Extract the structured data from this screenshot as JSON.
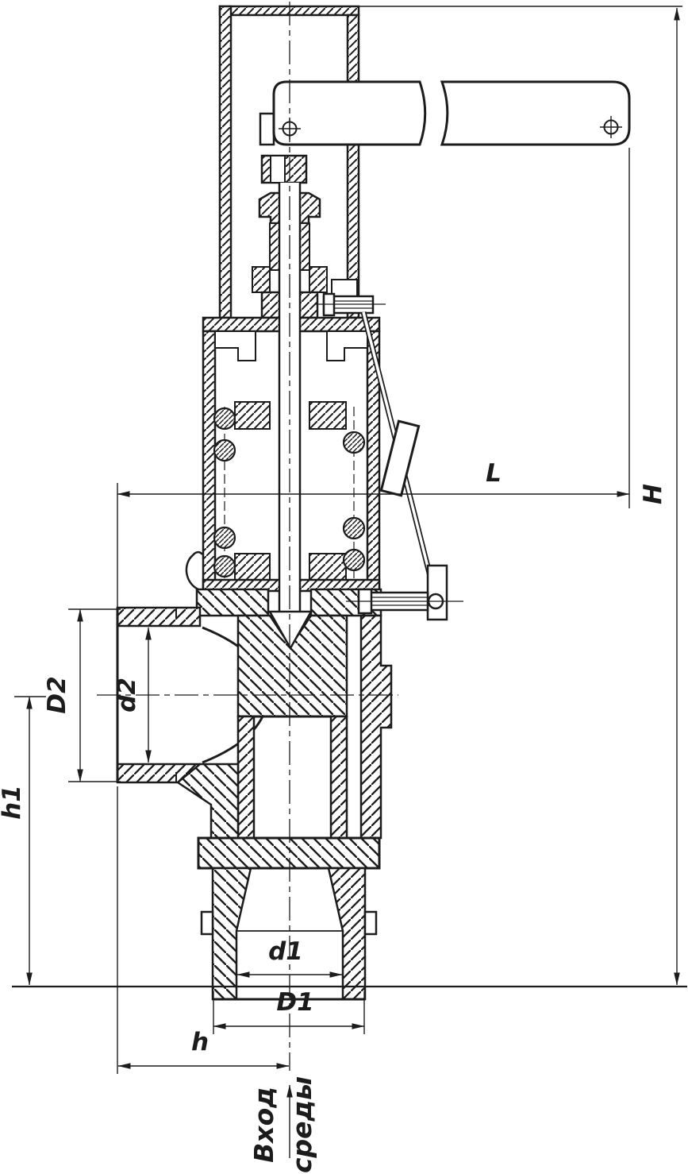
{
  "drawing": {
    "kind": "valve-cross-section-technical-drawing"
  },
  "dims": {
    "L": "L",
    "H": "H",
    "D2": "D2",
    "d2": "d2",
    "h1": "h1",
    "d1": "d1",
    "D1": "D1",
    "h": "h"
  },
  "inlet_note": {
    "line1": "Вход",
    "line2": "среды"
  },
  "colors": {
    "line": "#1c1c1c",
    "background": "#ffffff"
  }
}
